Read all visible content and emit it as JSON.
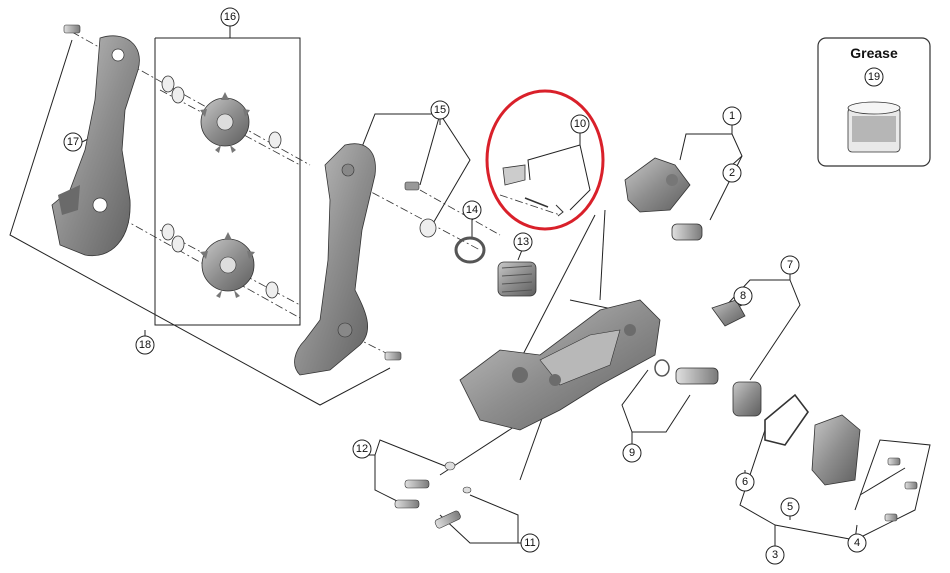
{
  "grease_box": {
    "title": "Grease",
    "number": "19"
  },
  "callouts": {
    "c1": "1",
    "c2": "2",
    "c3": "3",
    "c4": "4",
    "c5": "5",
    "c6": "6",
    "c7": "7",
    "c8": "8",
    "c9": "9",
    "c10": "10",
    "c11": "11",
    "c12": "12",
    "c13": "13",
    "c14": "14",
    "c15": "15",
    "c16": "16",
    "c17": "17",
    "c18": "18"
  },
  "highlight": {
    "callout": "10",
    "color": "#d9202a"
  },
  "colors": {
    "line": "#222222",
    "part_fill": "#9a9a9a",
    "part_dark": "#6f6f6f",
    "part_light": "#c9c9c9"
  }
}
